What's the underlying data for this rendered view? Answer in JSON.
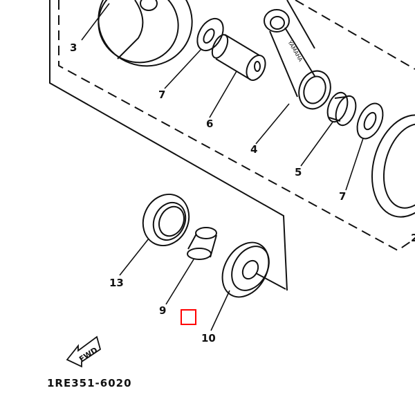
{
  "diagram": {
    "callouts": [
      "3",
      "7",
      "6",
      "4",
      "5",
      "7",
      "13",
      "9",
      "10",
      "2"
    ],
    "part_number": "1RE351-6020",
    "fwd_arrow": "FWD",
    "rod_brand": "YAMAHA"
  },
  "colors": {
    "line": "#111111",
    "marker": "#ff0000"
  }
}
